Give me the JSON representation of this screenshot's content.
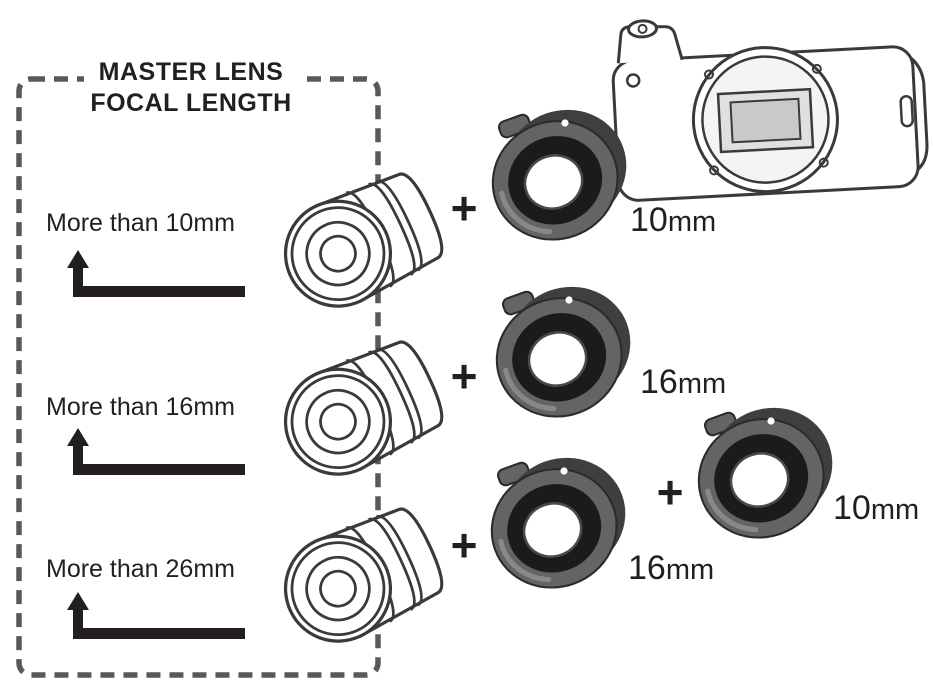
{
  "title": {
    "line1": "MASTER LENS",
    "line2": "FOCAL LENGTH"
  },
  "plus": "+",
  "rows": [
    {
      "label": "More than 10mm",
      "adapters": [
        {
          "value": "10",
          "unit": "mm"
        }
      ]
    },
    {
      "label": "More than 16mm",
      "adapters": [
        {
          "value": "16",
          "unit": "mm"
        }
      ]
    },
    {
      "label": "More than 26mm",
      "adapters": [
        {
          "value": "16",
          "unit": "mm"
        },
        {
          "value": "10",
          "unit": "mm"
        }
      ]
    }
  ],
  "colors": {
    "background": "#ffffff",
    "outline": "#3a3a3a",
    "text": "#231f20",
    "dashed_border": "#58595b",
    "ring_outer_gray": "#636466",
    "ring_inner_black": "#1b1b1c"
  }
}
